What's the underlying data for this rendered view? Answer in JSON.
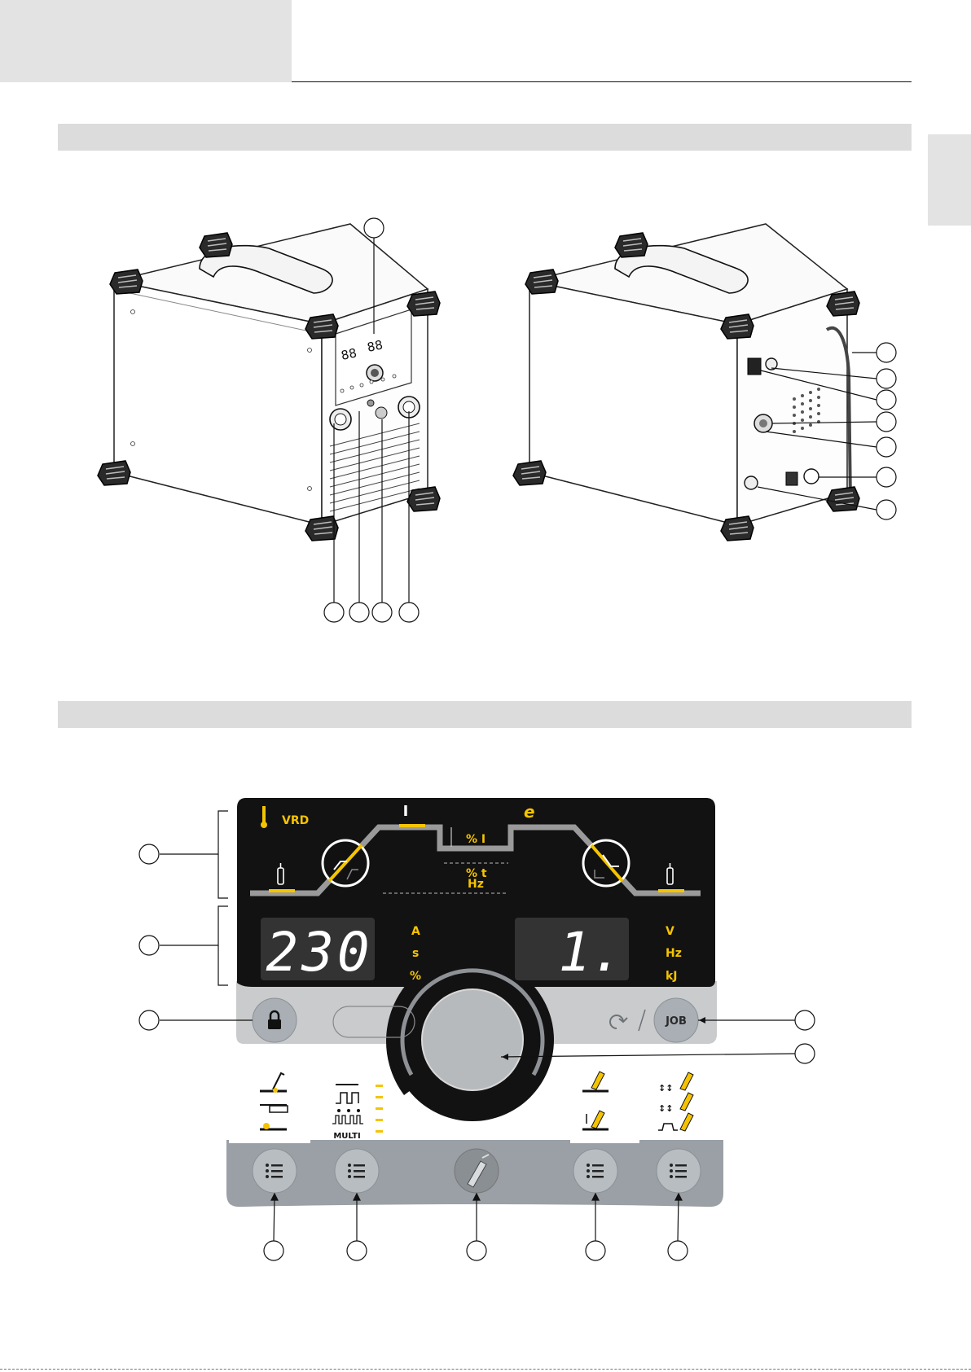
{
  "panel": {
    "indicators": {
      "thermal_label": "VRD",
      "current_symbol": "I",
      "percent_current": "% I",
      "percent_time": "% t",
      "frequency": "Hz",
      "multi_label": "MULTI",
      "job_button_label": "JOB",
      "left_units": [
        "A",
        "s",
        "%"
      ],
      "right_units": [
        "V",
        "Hz",
        "kJ"
      ]
    },
    "left_display_value": "230",
    "right_display_value": "1."
  },
  "colors": {
    "accent_yellow": "#f5c400",
    "panel_black": "#121212",
    "panel_grey": "#c9cbcc",
    "button_grey": "#9aa0a6",
    "section_bar": "#dcdcdc"
  },
  "icons": {
    "callout_circles": "blank-callout-circle",
    "lock_button": "lock-icon",
    "back_arrow": "undo-arrow-icon",
    "torch_button": "torch-icon",
    "menu_buttons": "list-menu-icon"
  }
}
